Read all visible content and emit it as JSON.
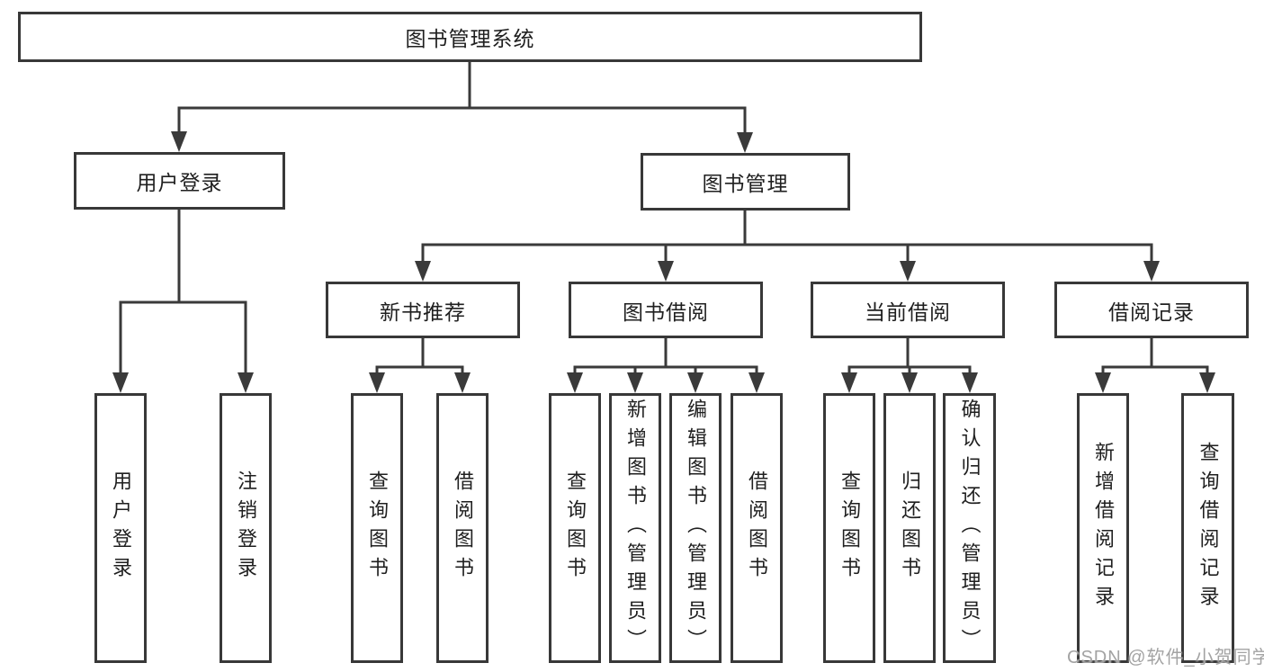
{
  "diagram_title": "图书管理系统",
  "tree": {
    "root": {
      "label": "图书管理系统"
    },
    "branches": [
      {
        "label": "用户登录",
        "children": [
          {
            "label": "用户登录"
          },
          {
            "label": "注销登录"
          }
        ]
      },
      {
        "label": "图书管理",
        "children": [
          {
            "label": "新书推荐",
            "children": [
              {
                "label": "查询图书"
              },
              {
                "label": "借阅图书"
              }
            ]
          },
          {
            "label": "图书借阅",
            "children": [
              {
                "label": "查询图书"
              },
              {
                "label": "新增图书（管理员）"
              },
              {
                "label": "编辑图书（管理员）"
              },
              {
                "label": "借阅图书"
              }
            ]
          },
          {
            "label": "当前借阅",
            "children": [
              {
                "label": "查询图书"
              },
              {
                "label": "归还图书"
              },
              {
                "label": "确认归还（管理员）"
              }
            ]
          },
          {
            "label": "借阅记录",
            "children": [
              {
                "label": "新增借阅记录"
              },
              {
                "label": "查询借阅记录"
              }
            ]
          }
        ]
      }
    ]
  },
  "watermark": {
    "text": "CSDN @软件_小贺同学"
  },
  "colors": {
    "line": "#3a3a3a",
    "box_border": "#383838",
    "text": "#1f1f1f",
    "watermark": "#a3a3a3",
    "background": "#ffffff"
  }
}
